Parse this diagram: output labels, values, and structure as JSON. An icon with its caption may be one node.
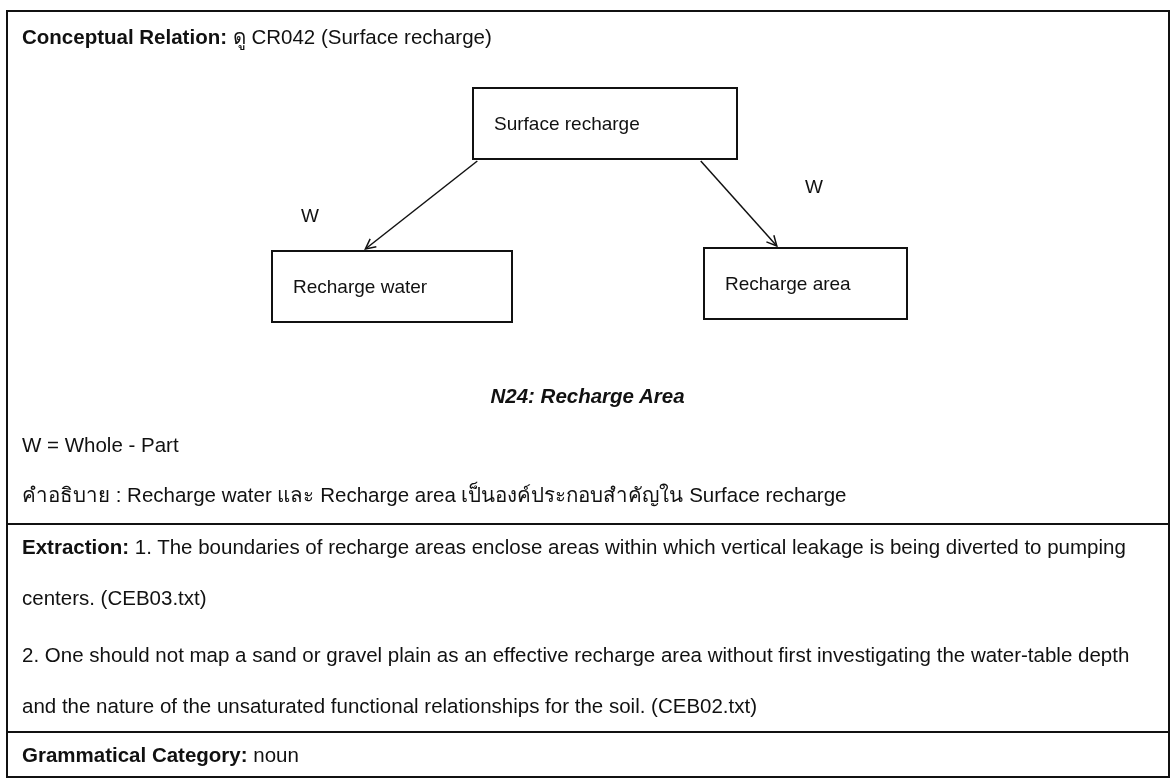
{
  "diagram": {
    "caption": "N24: Recharge Area",
    "nodes": [
      {
        "text": [
          "Surface recharge"
        ]
      },
      {
        "text": [
          "Recharge water"
        ]
      },
      {
        "text": [
          "Recharge area"
        ]
      }
    ],
    "edges": [
      {
        "from": 0,
        "to": 1,
        "arrow": "to",
        "label": "W"
      },
      {
        "from": 0,
        "to": 2,
        "arrow": "to",
        "label": "W"
      }
    ],
    "labels": [
      "**Conceptual Relation:** ดู CR042 (Surface recharge)",
      "W = Whole - Part",
      "คำอธิบาย : Recharge water และ Recharge area เป็นองค์ประกอบสำคัญใน Surface recharge",
      "**Extraction:** 1. The boundaries of recharge areas enclose areas within which vertical leakage is being diverted to pumping centers. (CEB03.txt)",
      "2. One should not map a sand or gravel plain as an effective recharge area without first investigating the water-table depth and the nature of the unsaturated functional relationships for the soil. (CEB02.txt)",
      "**Grammatical Category:** noun"
    ]
  }
}
